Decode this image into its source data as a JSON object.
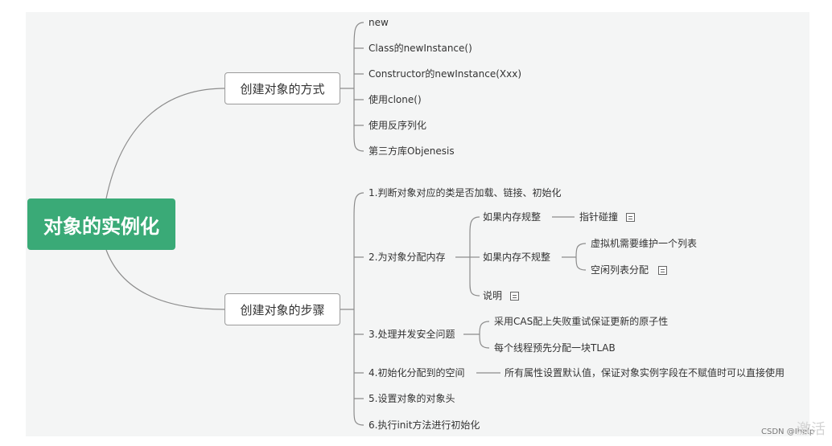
{
  "root": "对象的实例化",
  "branches": {
    "ways": {
      "label": "创建对象的方式",
      "items": [
        "new",
        "Class的newInstance()",
        "Constructor的newInstance(Xxx)",
        "使用clone()",
        "使用反序列化",
        "第三方库Objenesis"
      ]
    },
    "steps": {
      "label": "创建对象的步骤",
      "s1": "1.判断对象对应的类是否加载、链接、初始化",
      "s2": {
        "label": "2.为对象分配内存",
        "regular": "如果内存规整",
        "regular_child": "指针碰撞",
        "irregular": "如果内存不规整",
        "irregular_children": [
          "虚拟机需要维护一个列表",
          "空闲列表分配"
        ],
        "note": "说明"
      },
      "s3": {
        "label": "3.处理并发安全问题",
        "children": [
          "采用CAS配上失败重试保证更新的原子性",
          "每个线程预先分配一块TLAB"
        ]
      },
      "s4": {
        "label": "4.初始化分配到的空间",
        "child": "所有属性设置默认值，保证对象实例字段在不赋值时可以直接使用"
      },
      "s5": "5.设置对象的对象头",
      "s6": "6.执行init方法进行初始化"
    }
  },
  "footer": "CSDN @Ihelp",
  "watermark": "激活",
  "colors": {
    "root_bg": "#3aaa77",
    "line": "#8c8c8c",
    "canvas_bg": "#f4f5f5"
  }
}
